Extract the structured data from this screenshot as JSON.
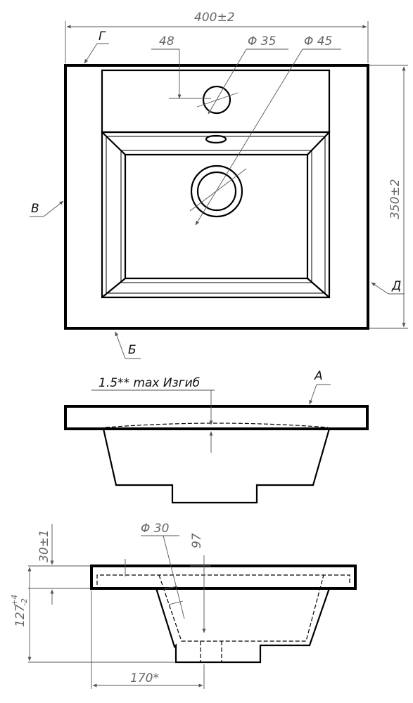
{
  "dimensions": {
    "width_total": "400±2",
    "height_total": "350±2",
    "tap_offset": "48",
    "tap_hole": "Φ 35",
    "drain_hole": "Φ 45",
    "bend_note": "1.5** max Изгиб",
    "rim_thickness": "30±1",
    "total_height_base": "127",
    "total_height_upper": "+4",
    "total_height_lower": "-2",
    "drain_diameter": "Φ 30",
    "drain_depth": "97",
    "drain_offset": "170*"
  },
  "view_markers": {
    "g": "Г",
    "v": "В",
    "b": "Б",
    "d": "Д",
    "a": "А"
  }
}
